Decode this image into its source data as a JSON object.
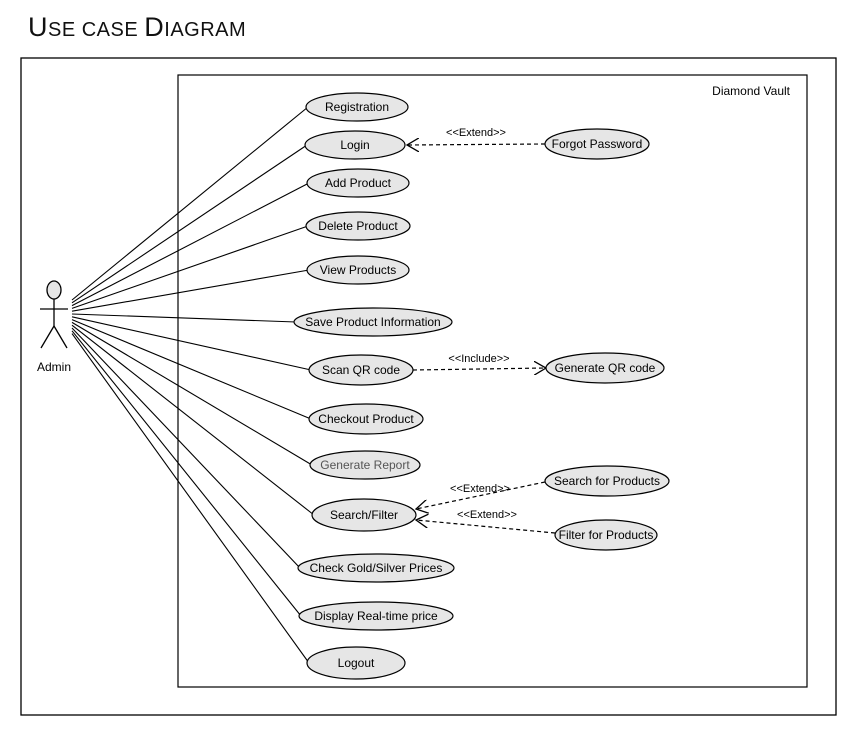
{
  "header": {
    "title_u": "U",
    "title_se": "SE CASE ",
    "title_d": "D",
    "title_iagram": "IAGRAM"
  },
  "system": {
    "name": "Diamond Vault"
  },
  "actor": {
    "name": "Admin"
  },
  "use_cases": [
    {
      "id": "registration",
      "label": "Registration"
    },
    {
      "id": "login",
      "label": "Login"
    },
    {
      "id": "add-product",
      "label": "Add Product"
    },
    {
      "id": "delete-product",
      "label": "Delete Product"
    },
    {
      "id": "view-products",
      "label": "View Products"
    },
    {
      "id": "save-product-information",
      "label": "Save Product Information"
    },
    {
      "id": "scan-qr-code",
      "label": "Scan QR code"
    },
    {
      "id": "checkout-product",
      "label": "Checkout Product"
    },
    {
      "id": "generate-report",
      "label": "Generate Report"
    },
    {
      "id": "search-filter",
      "label": "Search/Filter"
    },
    {
      "id": "check-gold-silver-prices",
      "label": "Check Gold/Silver Prices"
    },
    {
      "id": "display-real-time-price",
      "label": "Display Real-time price"
    },
    {
      "id": "logout",
      "label": "Logout"
    },
    {
      "id": "forgot-password",
      "label": "Forgot Password"
    },
    {
      "id": "generate-qr-code",
      "label": "Generate QR code"
    },
    {
      "id": "search-for-products",
      "label": "Search for Products"
    },
    {
      "id": "filter-for-products",
      "label": "Filter for Products"
    }
  ],
  "relations": [
    {
      "from": "forgot-password",
      "to": "login",
      "label": "<<Extend>>"
    },
    {
      "from": "scan-qr-code",
      "to": "generate-qr-code",
      "label": "<<Include>>"
    },
    {
      "from": "search-for-products",
      "to": "search-filter",
      "label": "<<Extend>>"
    },
    {
      "from": "filter-for-products",
      "to": "search-filter",
      "label": "<<Extend>>"
    }
  ],
  "colors": {
    "ellipse_fill": "#e6e6e6",
    "stroke": "#000000",
    "muted_text": "#555555"
  }
}
